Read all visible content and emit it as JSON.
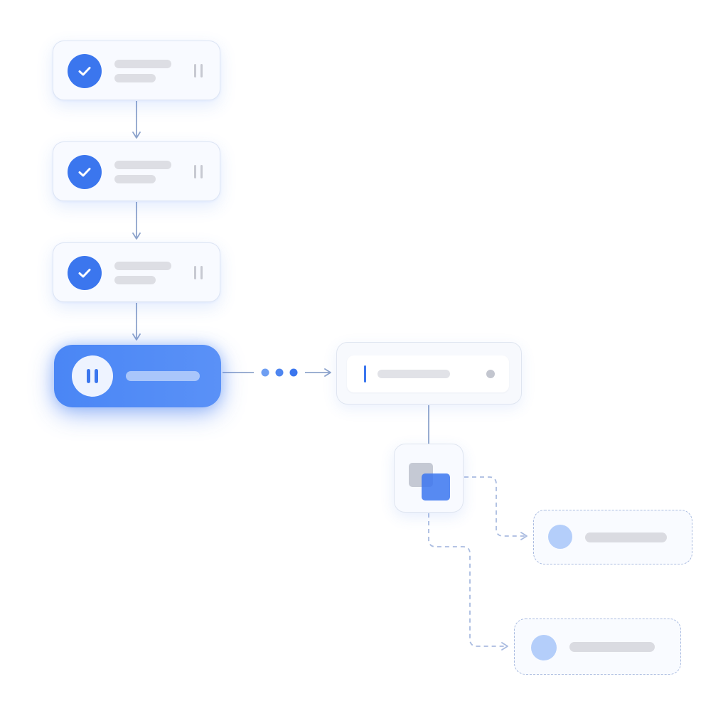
{
  "colors": {
    "accent": "#3b76ee",
    "accent_soft": "#a9c6fb",
    "placeholder_bar": "#dddee4",
    "connector": "#8ea4cc",
    "dashed_connector": "#a9bbe0",
    "card_background": "#f8faff"
  },
  "flow": {
    "completed_steps": [
      {
        "status": "completed",
        "icon": "check-icon",
        "handle_icon": "drag-handle-icon"
      },
      {
        "status": "completed",
        "icon": "check-icon",
        "handle_icon": "drag-handle-icon"
      },
      {
        "status": "completed",
        "icon": "check-icon",
        "handle_icon": "drag-handle-icon"
      }
    ],
    "active_step": {
      "status": "paused",
      "icon": "pause-icon"
    },
    "input_panel": {
      "icon": "text-caret-icon",
      "trailing_icon": "status-dot-icon"
    },
    "copy_node": {
      "icon": "duplicate-icon"
    },
    "branches": [
      {
        "style": "dashed",
        "icon": "circle-icon"
      },
      {
        "style": "dashed",
        "icon": "circle-icon"
      }
    ]
  }
}
